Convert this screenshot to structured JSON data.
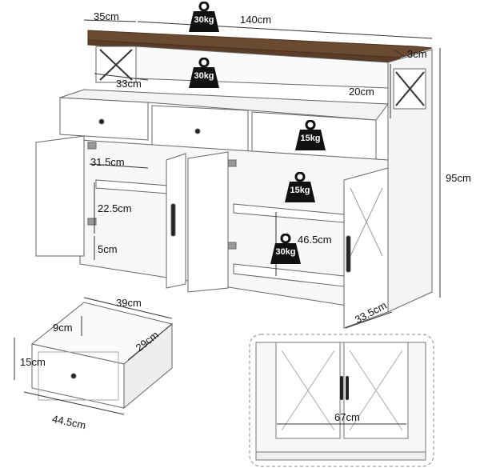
{
  "dimensions": {
    "depth_top": "35cm",
    "width_total": "140cm",
    "top_thickness": "3cm",
    "shelf_depth": "33cm",
    "open_shelf_height": "20cm",
    "total_height": "95cm",
    "cabinet_inner_depth": "31.5cm",
    "lower_shelf_height": "22.5cm",
    "bottom_gap": "5cm",
    "center_cabinet_height": "46.5cm",
    "side_depth": "33.5cm",
    "drawer_width": "39cm",
    "drawer_inner_height": "9cm",
    "drawer_depth": "29cm",
    "drawer_front_height": "15cm",
    "drawer_front_width": "44.5cm",
    "door_width": "67cm"
  },
  "weights": {
    "top": "30kg",
    "open_shelf": "30kg",
    "drawer": "15kg",
    "shelf": "15kg",
    "cabinet": "30kg"
  },
  "colors": {
    "wood": "#6b4a32",
    "cabinet": "#ffffff",
    "outline": "#555555",
    "weight": "#111111",
    "handle": "#222222"
  }
}
